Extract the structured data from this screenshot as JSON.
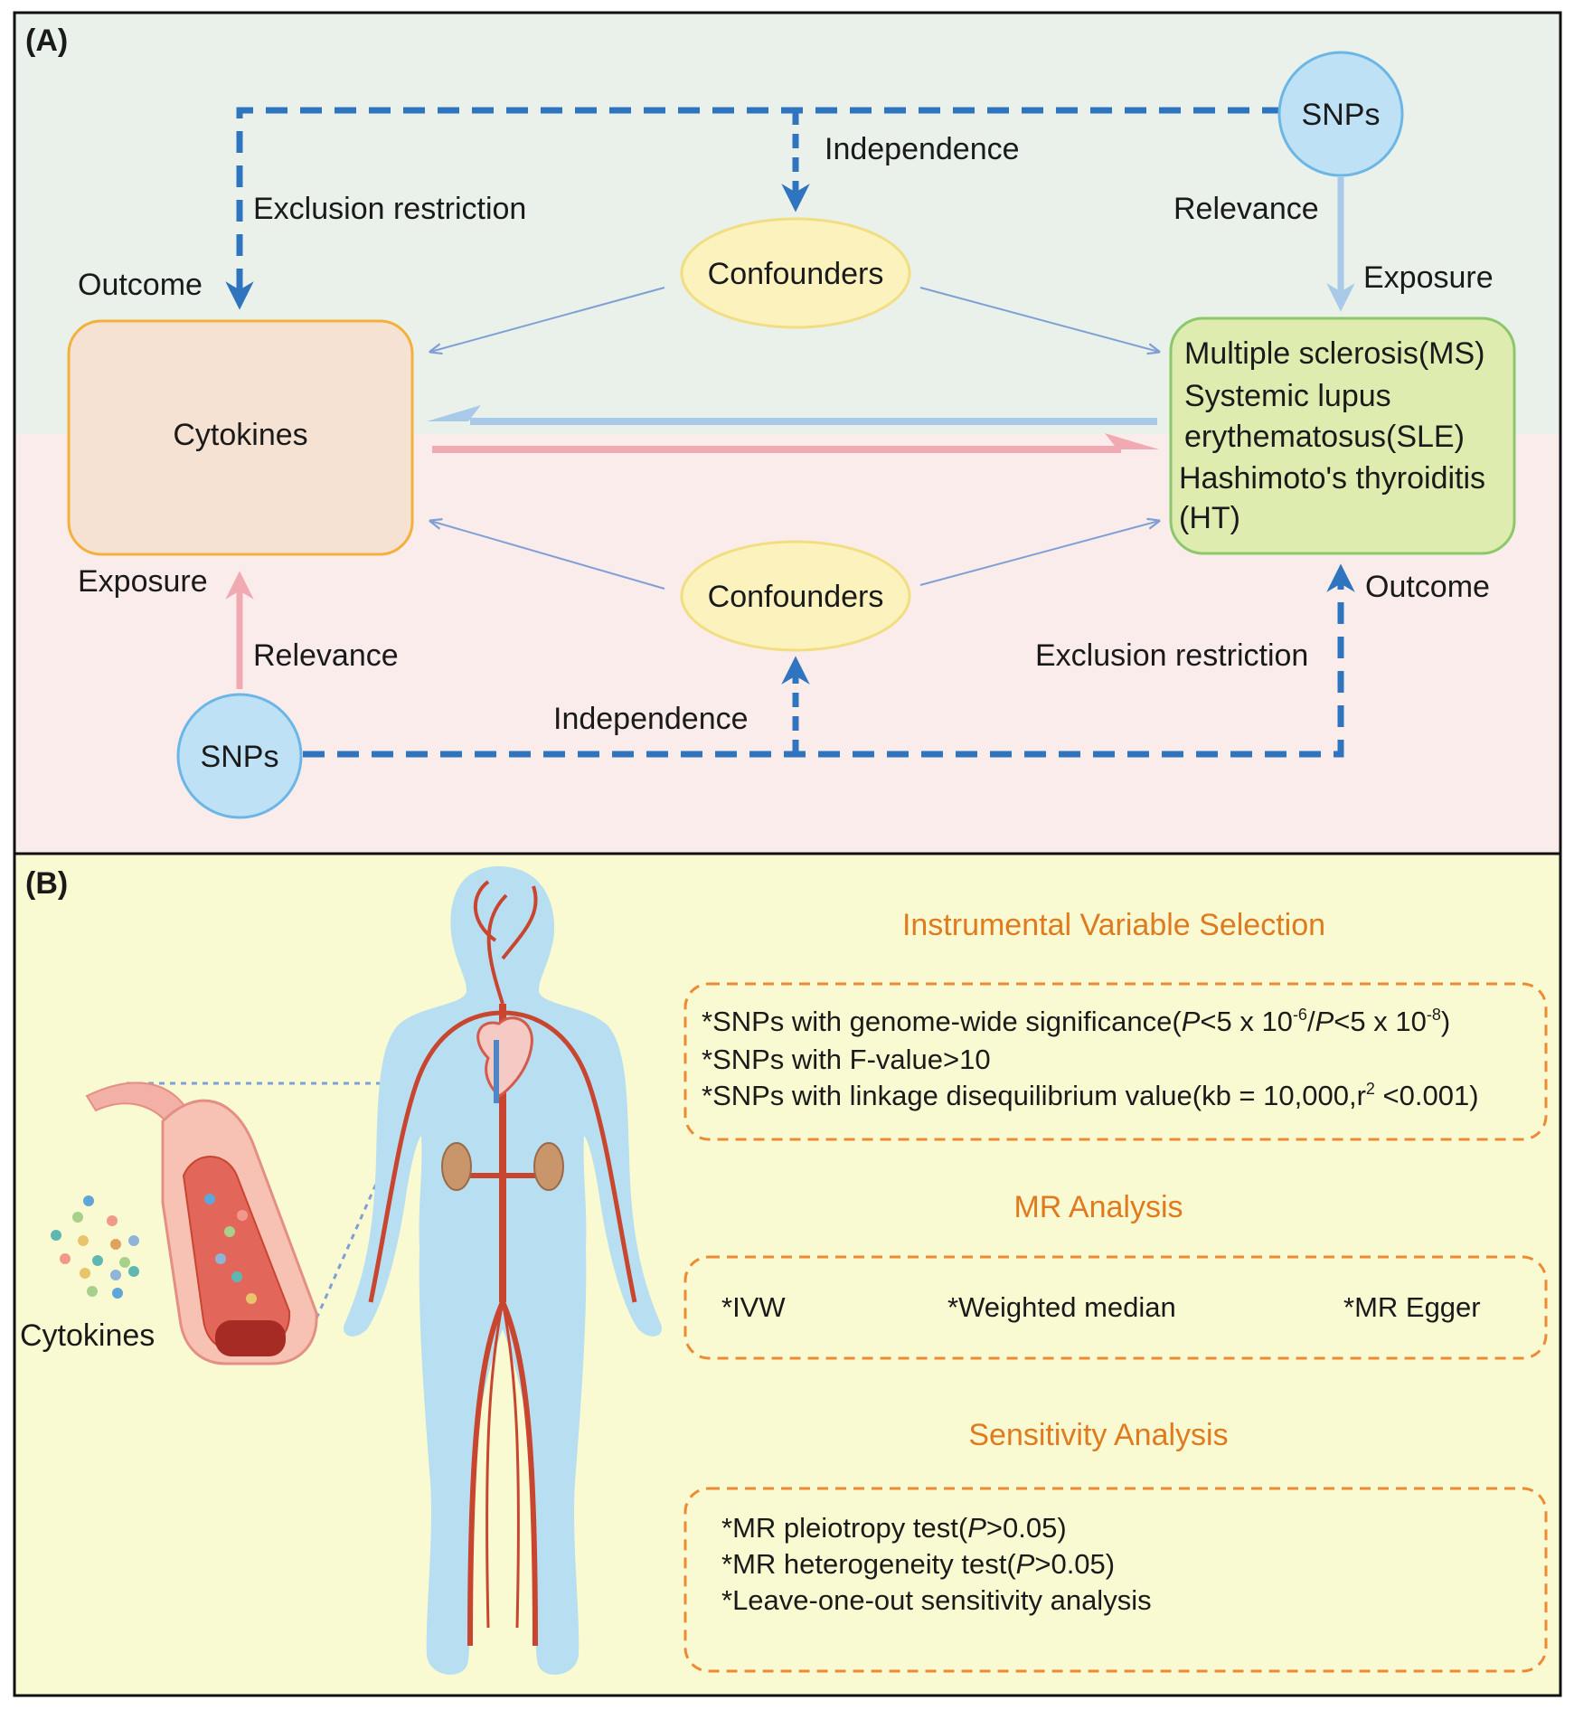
{
  "panel_a": {
    "tag": "(A)",
    "top": {
      "snps": "SNPs",
      "independence": "Independence",
      "exclusion": "Exclusion restriction",
      "relevance": "Relevance",
      "outcome": "Outcome",
      "exposure": "Exposure",
      "confounders": "Confounders"
    },
    "cytokines_box": "Cytokines",
    "disease_box": [
      "Multiple sclerosis(MS)",
      "Systemic lupus",
      "erythematosus(SLE)",
      "Hashimoto's thyroiditis",
      "(HT)"
    ],
    "bottom": {
      "snps": "SNPs",
      "independence": "Independence",
      "exclusion": "Exclusion restriction",
      "relevance": "Relevance",
      "outcome": "Outcome",
      "exposure": "Exposure",
      "confounders": "Confounders"
    }
  },
  "panel_b": {
    "tag": "(B)",
    "cytokines_label": "Cytokines",
    "iv_heading": "Instrumental Variable Selection",
    "iv_criteria": {
      "line1_a": "*SNPs with genome-wide significance(",
      "line1_p1": "P",
      "line1_b": "<5 x 10",
      "line1_exp1": "-6",
      "line1_c": "/",
      "line1_p2": "P",
      "line1_d": "<5 x 10",
      "line1_exp2": "-8",
      "line1_e": ")",
      "line2": "*SNPs with F-value>10",
      "line3_a": "*SNPs with linkage disequilibrium value(kb = 10,000,r",
      "line3_exp": "2",
      "line3_b": " <0.001)"
    },
    "mr_heading": "MR Analysis",
    "mr_methods": [
      "*IVW",
      "*Weighted median",
      "*MR Egger"
    ],
    "sens_heading": "Sensitivity Analysis",
    "sens_items": {
      "l1_a": "*MR pleiotropy test(",
      "l1_p": "P",
      "l1_b": ">0.05)",
      "l2_a": "*MR heterogeneity test(",
      "l2_p": "P",
      "l2_b": ">0.05)",
      "l3": "*Leave-one-out sensitivity analysis"
    }
  },
  "colors": {
    "panel_a_top_bg": "#e9f1ea",
    "panel_a_bottom_bg": "#fbecec",
    "panel_b_bg": "#fafad2",
    "dashed_arrow": "#2f74bf",
    "blue_arrow": "#a9c9e8",
    "pink_arrow": "#f2aab2",
    "thin_arrow": "#7f9fd6",
    "cytokines_fill": "#f6e2d2",
    "cytokines_stroke": "#f3b13c",
    "disease_fill": "#dfecb0",
    "disease_stroke": "#8cc86b",
    "snp_fill": "#bfe1f5",
    "snp_stroke": "#6bb6e6",
    "confounder_fill": "#fbf2bd",
    "confounder_stroke": "#f2de80",
    "heading_orange": "#e07a1f",
    "box_orange": "#ec8b33",
    "body_blue": "#b7dff1",
    "vessel_red": "#c8452f"
  },
  "icons": [
    "human-body-illustration",
    "blood-vessel-illustration",
    "heart-icon",
    "kidney-icon"
  ]
}
